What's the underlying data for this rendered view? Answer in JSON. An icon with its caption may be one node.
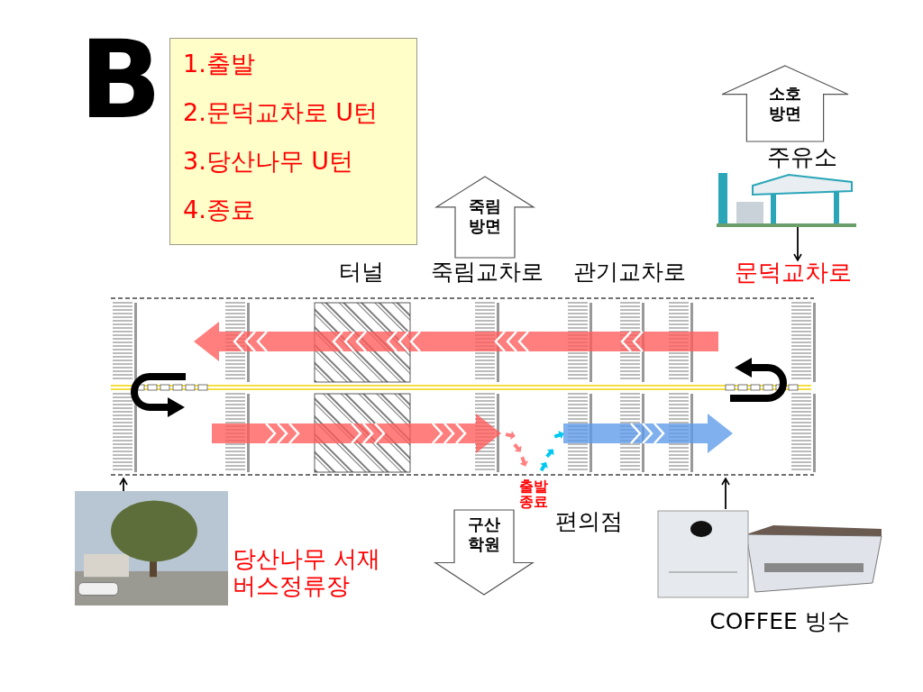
{
  "diagram": {
    "nodes": [
      {
        "text": [
          "1.출발",
          "2.문덕교차로 U턴",
          "3.당산나무 U턴",
          "4.종료"
        ]
      },
      {
        "text": [
          "죽림 방면"
        ]
      },
      {
        "text": [
          "소호 방면"
        ]
      },
      {
        "text": [],
        "shape": "picture",
        "beside": [
          "주유소"
        ]
      },
      {
        "text": [
          "문덕교차로"
        ]
      },
      {
        "text": [],
        "shape": "bar"
      },
      {
        "text": [],
        "shape": "picture",
        "beside": [
          "당산나무 서재 버스정류장"
        ]
      },
      {
        "text": [
          "구산 학원"
        ]
      },
      {
        "text": [],
        "shape": "picture",
        "beside": [
          "COFFEE 빙수"
        ]
      }
    ],
    "edges": [
      {
        "from": 3,
        "to": 4,
        "arrow": "to"
      },
      {
        "from": 6,
        "to": 5,
        "arrow": "to"
      },
      {
        "from": 8,
        "to": 5,
        "arrow": "to"
      }
    ],
    "labels": [
      "B",
      "터널",
      "죽림교차로",
      "관기교차로",
      "출발 종료",
      "편의점"
    ]
  }
}
